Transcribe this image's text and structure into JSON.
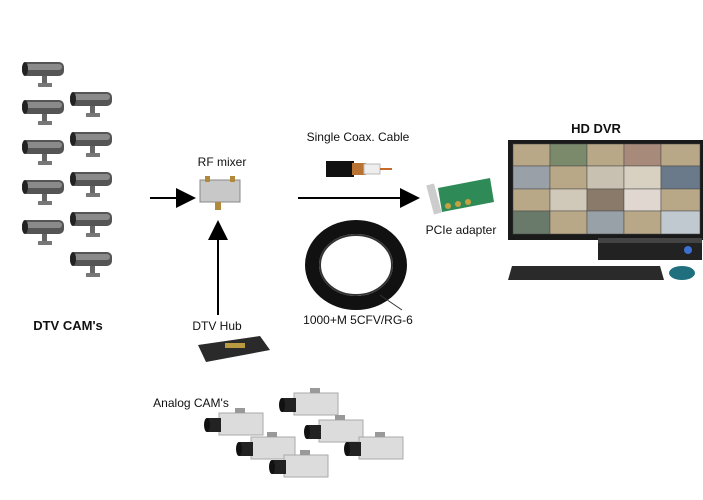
{
  "labels": {
    "dtv_cams": "DTV CAM's",
    "rf_mixer": "RF mixer",
    "dtv_hub": "DTV Hub",
    "analog_cams": "Analog CAM's",
    "single_coax": "Single Coax. Cable",
    "cable_spec": "1000+M 5CFV/RG-6",
    "pcie_adapter": "PCIe adapter",
    "hd_dvr": "HD DVR"
  },
  "colors": {
    "arrow": "#000000",
    "camera_body": "#6b6b6b",
    "analog_camera": "#d8d8d8",
    "pcie_board": "#2e8b57"
  }
}
